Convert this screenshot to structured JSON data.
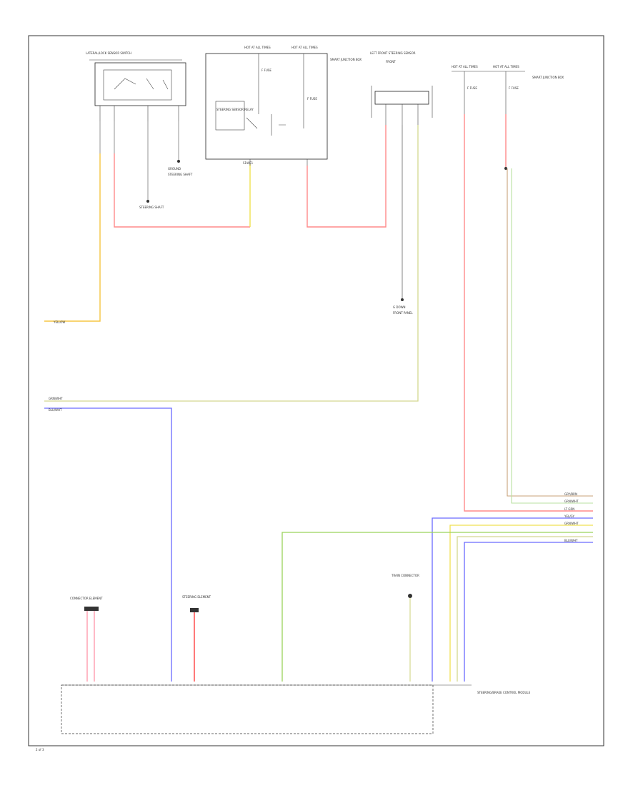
{
  "diagram": {
    "page_label": "2 of 3",
    "labels": {
      "top_module_title": "LATERAL/LOCK SENSOR SWITCH",
      "relay_top_left": "HOT AT ALL TIMES",
      "relay_top_right": "HOT AT ALL TIMES",
      "relay_side_note": "SMART JUNCTION BOX",
      "fuse_label_1": "F FUSE",
      "fuse_label_2": "F FUSE",
      "relay_inner_left": "STEERING SENSOR RELAY",
      "relay_bottom": "S1WE1",
      "ground_left": "GROUND",
      "ground_left_sub": "STEERING SHAFT",
      "ground_mid": "STEERING SHAFT",
      "right_module_title": "LEFT FRONT STEERING SENSOR",
      "right_module_sub": "FRONT",
      "ground_right": "G DOWN",
      "ground_right_sub": "FRONT PANEL",
      "fr_hot_1": "HOT AT ALL TIMES",
      "fr_hot_2": "HOT AT ALL TIMES",
      "fr_note": "SMART JUNCTION BOX",
      "fr_fuse_1": "F FUSE",
      "fr_fuse_2": "F FUSE",
      "bottom_conn_1": "CONNECTOR ELEMENT",
      "bottom_conn_2": "STEERING ELEMENT",
      "bottom_conn_3": "TRAIN CONNECTOR",
      "bottom_module_note": "STEERING/BRAKE CONTROL MODULE",
      "left_wire_yellow": "YELLOW",
      "left_wire_green": "GRN/WHT",
      "left_wire_blue": "BLU/WHT",
      "right_wire_1": "GRY/BRN",
      "right_wire_2": "GRN/WHT",
      "right_wire_3": "LT GRN",
      "right_wire_4": "YEL/GY",
      "right_wire_5": "GRN/WHT",
      "right_wire_6": "BLU/WHT"
    },
    "wire_colors": {
      "yellow": "#f5c542",
      "red": "#ff6b6b",
      "blue": "#6a6aff",
      "green": "#9bd35a",
      "gray": "#b0b0b0",
      "olive": "#cfd47a",
      "brown": "#c8a27a"
    }
  }
}
